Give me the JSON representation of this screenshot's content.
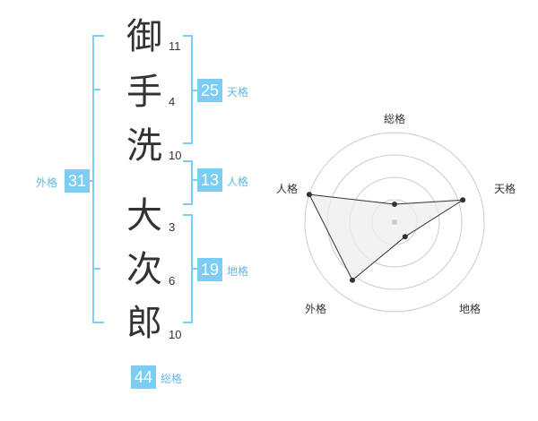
{
  "colors": {
    "accent": "#7ccdf4",
    "label": "#5fb8e3",
    "text": "#333333"
  },
  "name": {
    "characters": [
      {
        "char": "御",
        "strokes": "11"
      },
      {
        "char": "手",
        "strokes": "4"
      },
      {
        "char": "洗",
        "strokes": "10"
      },
      {
        "char": "大",
        "strokes": "3"
      },
      {
        "char": "次",
        "strokes": "6"
      },
      {
        "char": "郎",
        "strokes": "10"
      }
    ]
  },
  "kakusu": {
    "tenkaku": {
      "value": "25",
      "label": "天格"
    },
    "jinkaku": {
      "value": "13",
      "label": "人格"
    },
    "chikaku": {
      "value": "19",
      "label": "地格"
    },
    "gaikaku": {
      "value": "31",
      "label": "外格"
    },
    "soukaku": {
      "value": "44",
      "label": "総格"
    }
  },
  "chart_data": {
    "type": "radar",
    "axes": [
      "総格",
      "天格",
      "地格",
      "外格",
      "人格"
    ],
    "values": [
      0.2,
      0.8,
      0.2,
      0.8,
      1.0
    ],
    "rings": 4
  }
}
